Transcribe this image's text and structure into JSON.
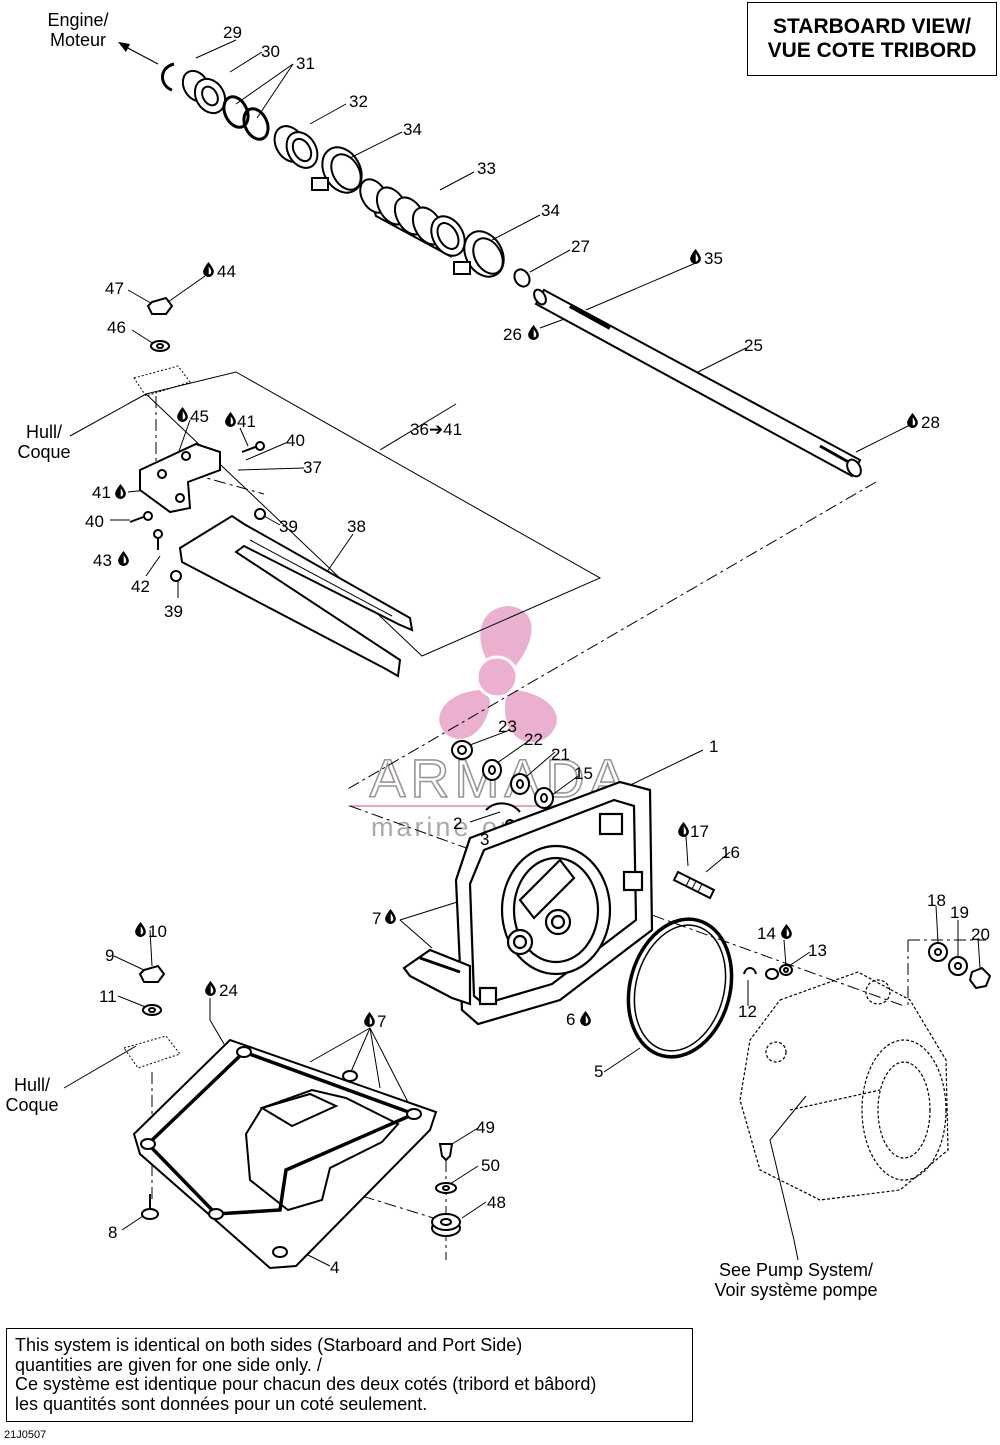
{
  "header": {
    "title_line1": "STARBOARD VIEW/",
    "title_line2": "VUE COTE TRIBORD"
  },
  "labels": {
    "engine_line1": "Engine/",
    "engine_line2": "Moteur",
    "hull_line1": "Hull/",
    "hull_line2": "Coque",
    "pump_line1": "See Pump System/",
    "pump_line2": "Voir système pompe"
  },
  "callouts": {
    "c1": "1",
    "c2": "2",
    "c3": "3",
    "c4": "4",
    "c5": "5",
    "c6": "6",
    "c7a": "7",
    "c7b": "7",
    "c8": "8",
    "c9": "9",
    "c10": "10",
    "c11": "11",
    "c12": "12",
    "c13": "13",
    "c14": "14",
    "c15": "15",
    "c16": "16",
    "c17": "17",
    "c18": "18",
    "c19": "19",
    "c20": "20",
    "c21": "21",
    "c22": "22",
    "c23": "23",
    "c24": "24",
    "c25": "25",
    "c26": "26",
    "c27": "27",
    "c28": "28",
    "c29": "29",
    "c30": "30",
    "c31": "31",
    "c32": "32",
    "c33": "33",
    "c34a": "34",
    "c34b": "34",
    "c35": "35",
    "c36": "36➔41",
    "c37": "37",
    "c38": "38",
    "c39a": "39",
    "c39b": "39",
    "c40a": "40",
    "c40b": "40",
    "c41a": "41",
    "c41b": "41",
    "c42": "42",
    "c43": "43",
    "c44": "44",
    "c45": "45",
    "c46": "46",
    "c47": "47",
    "c48": "48",
    "c49": "49",
    "c50": "50"
  },
  "watermark": {
    "brand": "ARMADA",
    "tagline": "marine outboards",
    "color": "#e8a3c8"
  },
  "note": {
    "line1": "This system is identical on both sides (Starboard and Port Side)",
    "line2": "quantities are given for one side only. /",
    "line3": "Ce système est identique pour chacun des deux cotés (tribord et bâbord)",
    "line4": "les quantités sont données pour un coté seulement."
  },
  "doc_code": "21J0507",
  "icons": {
    "drop": "adhesive-drop-icon",
    "arrow": "engine-arrow-icon"
  }
}
